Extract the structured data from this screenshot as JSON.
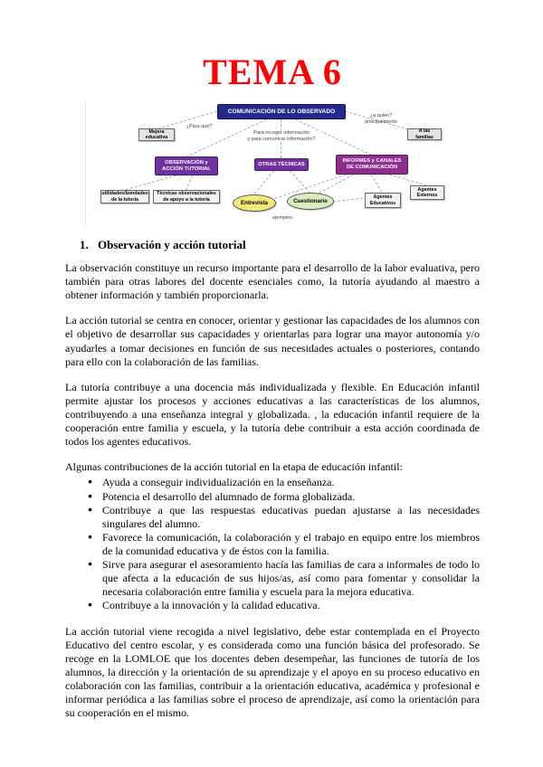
{
  "page": {
    "title": "TEMA 6"
  },
  "diagram": {
    "nodes": {
      "main": "COMUNICACIÓN DE LO OBSERVADO",
      "observacion": "OBSERVACIÓN y ACCIÓN TUTORIAL",
      "otras": "OTRAS TÉCNICAS",
      "informes": "INFORMES y CANALES DE COMUNICACIÓN",
      "mejora": "Mejora educativa",
      "familias": "A las familias",
      "utilidades": "utilidades/bondades de la tutoría",
      "tecnicas": "Técnicas observacionales de apoyo a la tutoría",
      "entrevista": "Entrevista",
      "cuestionario": "Cuestionario",
      "ag_educativos": "Agentes Educativos",
      "ag_externos": "Agentes Externos"
    },
    "hints": {
      "quien": "¿a quién?\nprincipalmente",
      "paraque": "¿Para qué?",
      "recoger": "Para recoger información\ny para comunicar información?",
      "ejemplos": "ejemplos"
    },
    "colors": {
      "main_box": "#232a8c",
      "purple_box": "#7030a0",
      "magenta_box": "#8d2d8d",
      "entrevista_ellipse": "#f0ea7a",
      "cuestionario_ellipse": "#dcedc0",
      "connector": "#93a1c4"
    }
  },
  "content": {
    "heading_number": "1.",
    "heading_text": "Observación y acción tutorial",
    "para1": "La observación  constituye un recurso importante para el desarrollo de la labor evaluativa, pero también para otras labores del docente esenciales como, la tutoría ayudando al maestro a obtener información y también proporcionarla.",
    "para2": "La acción tutorial se centra en conocer, orientar y gestionar las capacidades de los alumnos con el objetivo de desarrollar sus capacidades y orientarlas para lograr una mayor autonomía y/o ayudarles a tomar decisiones en función de sus necesidades actuales o posteriores, contando para ello con la colaboración de las familias.",
    "para3": "La tutoría contribuye a una docencia más individualizada y flexible. En Educación infantil permite ajustar los procesos y acciones educativas a las características de los alumnos, contribuyendo a una enseñanza integral y globalizada. , la educación infantil requiere de la cooperación entre familia y escuela, y la tutoría debe contribuir a esta acción coordinada de todos los agentes educativos.",
    "para4": "Algunas contribuciones de la acción tutorial en la etapa de educación infantil:",
    "bullets": [
      "Ayuda a conseguir individualización en la enseñanza.",
      "Potencia el desarrollo del alumnado de forma globalizada.",
      "Contribuye a que las respuestas educativas puedan ajustarse a las necesidades singulares del alumno.",
      "Favorece la comunicación, la colaboración y el trabajo en equipo entre los miembros de la comunidad educativa y de éstos con la familia.",
      "Sirve para asegurar el asesoramiento hacía las familias de cara a informales de todo lo que afecta a la educación de sus hijos/as, así como para fomentar y consolidar la necesaria colaboración entre familia y escuela para la mejora educativa.",
      "Contribuye a la innovación y la calidad educativa."
    ],
    "para5": "La acción tutorial viene recogida a nivel legislativo, debe estar contemplada en el Proyecto Educativo del centro escolar, y es considerada como  una función básica del profesorado. Se recoge en la LOMLOE que los docentes deben desempeñar, las funciones de tutoría de los alumnos, la dirección y la orientación de su aprendizaje y el apoyo en su proceso educativo en colaboración con las familias, contribuir a la orientación educativa, académica y profesional e informar periódica a las familias sobre el proceso de aprendizaje, así como la orientación para su cooperación en el mismo."
  }
}
